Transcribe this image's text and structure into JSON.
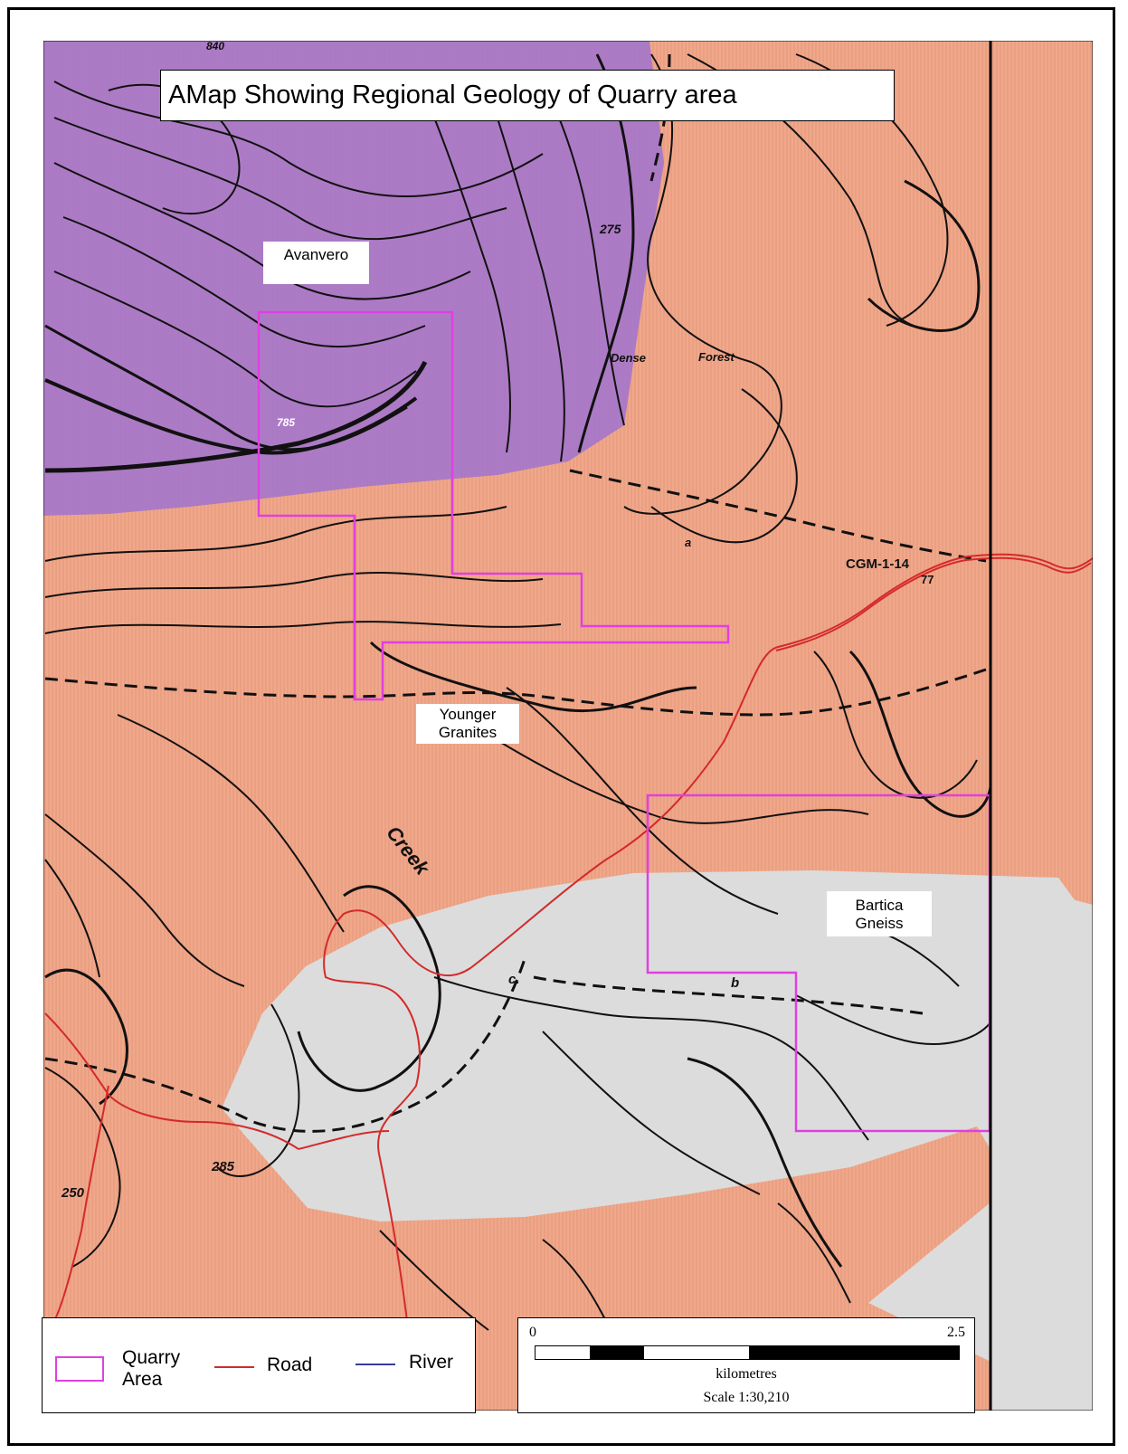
{
  "title": "AMap Showing Regional Geology of Quarry area",
  "units": [
    {
      "name": "Avanvero",
      "color": "#a878c8"
    },
    {
      "name": "Younger Granites",
      "color": "#f0a88a"
    },
    {
      "name": "Bartica Gneiss",
      "color": "#dcdcdc"
    }
  ],
  "unit_labels": {
    "avanvero": "Avanvero",
    "younger_line1": "Younger",
    "younger_line2": "Granites",
    "bartica_line1": "Bartica",
    "bartica_line2": "Gneiss"
  },
  "basemap_text": {
    "creek": "Creek",
    "dense": "Dense",
    "forest": "Forest",
    "station": "CGM-1-14",
    "station_dip": "77",
    "elev_275": "275",
    "elev_785": "785",
    "elev_285": "285",
    "elev_250": "250",
    "elev_840": "840",
    "mark_c": "c.",
    "mark_b": "b",
    "mark_a": "a"
  },
  "legend": {
    "quarry_line1": "Quarry",
    "quarry_line2": "Area",
    "road": "Road",
    "river": "River",
    "colors": {
      "quarry": "#e040e0",
      "road": "#d42a2a",
      "river": "#3a3aa0"
    }
  },
  "scalebar": {
    "start": "0",
    "end": "2.5",
    "units": "kilometres",
    "scale": "Scale 1:30,210"
  },
  "icons": [
    "north-line-frame"
  ]
}
